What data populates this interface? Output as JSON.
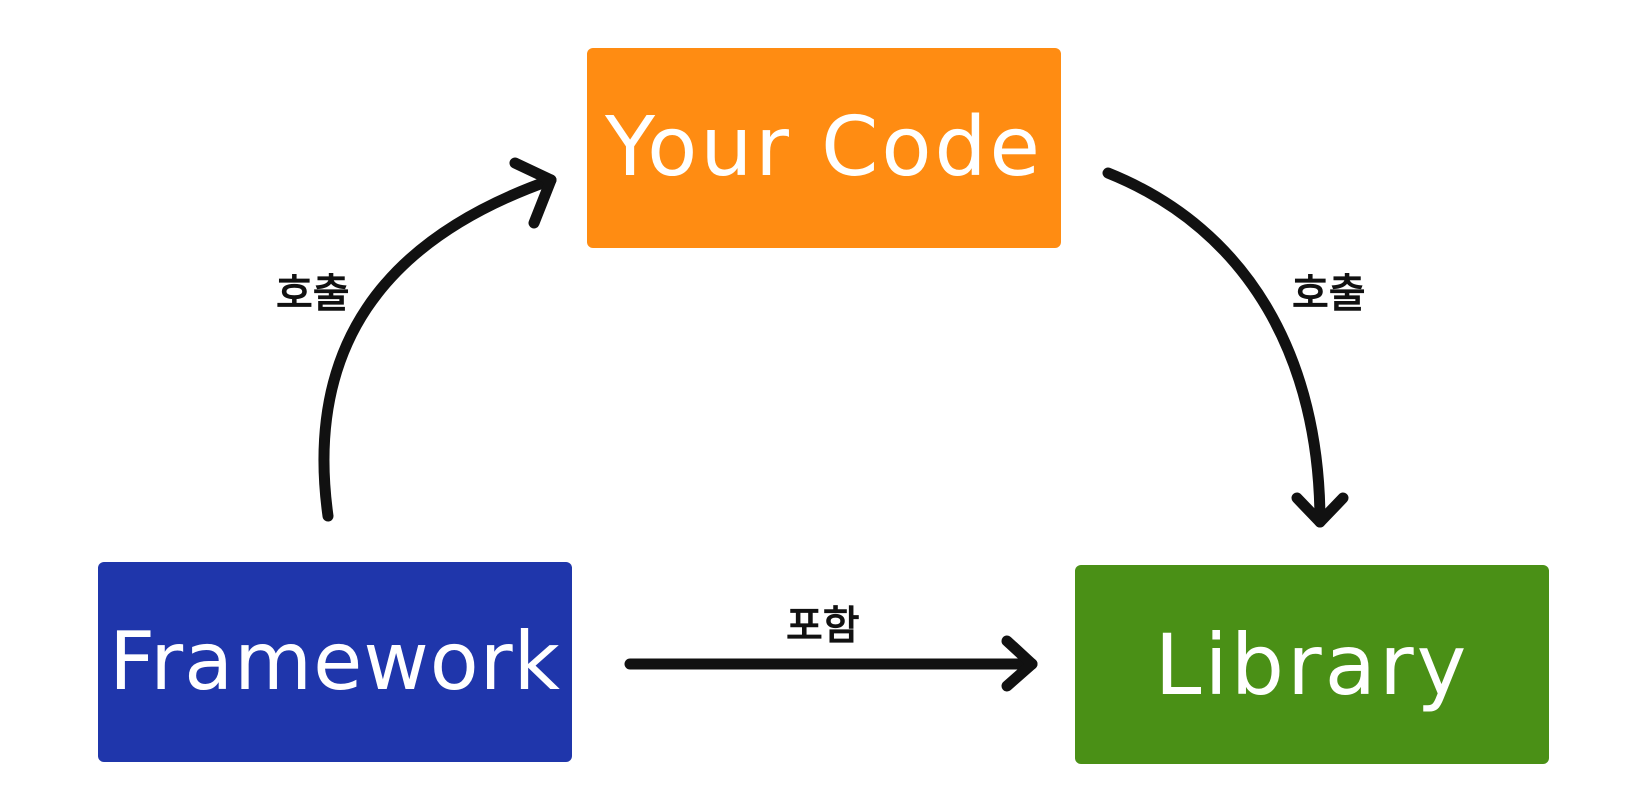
{
  "diagram": {
    "nodes": {
      "your_code": {
        "label": "Your Code",
        "color": "#FF8C12"
      },
      "framework": {
        "label": "Framework",
        "color": "#1F36AB"
      },
      "library": {
        "label": "Library",
        "color": "#4A9016"
      }
    },
    "edges": {
      "framework_to_your_code": {
        "from": "Framework",
        "to": "Your Code",
        "label": "호출"
      },
      "your_code_to_library": {
        "from": "Your Code",
        "to": "Library",
        "label": "호출"
      },
      "framework_to_library": {
        "from": "Framework",
        "to": "Library",
        "label": "포함"
      }
    },
    "arrow_color": "#111111"
  }
}
